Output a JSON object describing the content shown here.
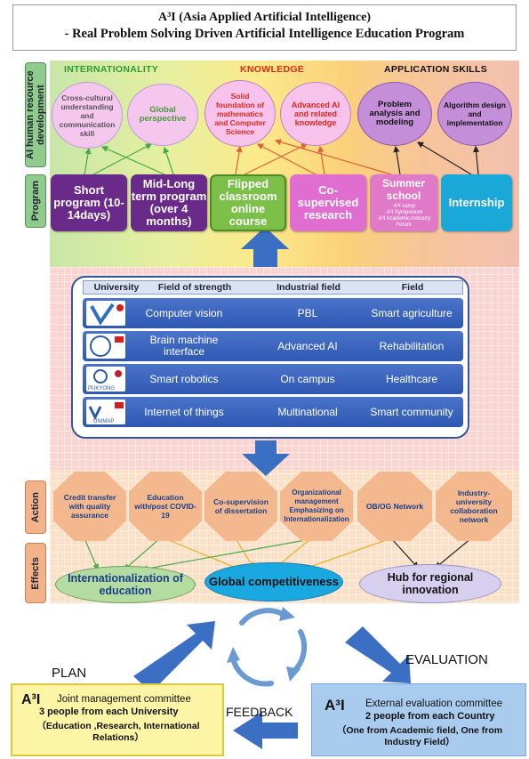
{
  "title": {
    "line1": "A³I (Asia Applied Artificial Intelligence)",
    "line2": "- Real Problem Solving Driven Artificial Intelligence Education Program"
  },
  "side_labels": {
    "development": "AI human resource development",
    "program": "Program",
    "action": "Action",
    "effects": "Effects"
  },
  "headers": {
    "internationality": "INTERNATIONALITY",
    "knowledge": "KNOWLEDGE",
    "application": "APPLICATION SKILLS"
  },
  "skills": [
    "Cross-cultural understanding and communication skill",
    "Global perspective",
    "Solid foundation of mathematics and Computer Science",
    "Advanced AI and related knowledge",
    "Problem analysis and modeling",
    "Algorithm design and implementation"
  ],
  "programs": {
    "short": "Short program (10-14days)",
    "midlong": "Mid-Long term program (over 4 months)",
    "flipped": "Flipped classroom online course",
    "cosupervised": "Co-supervised research",
    "summer": "Summer school",
    "summer_items": [
      "·A³I camp",
      "·A³I Symposium",
      "·A³I Academic-Industry Forum"
    ],
    "internship": "Internship"
  },
  "table": {
    "headers": [
      "University",
      "Field of strength",
      "Industrial field",
      "Field"
    ],
    "rows": [
      {
        "strength": "Computer vision",
        "industrial": "PBL",
        "field": "Smart agriculture"
      },
      {
        "strength": "Brain machine interface",
        "industrial": "Advanced AI",
        "field": "Rehabilitation"
      },
      {
        "strength": "Smart robotics",
        "industrial": "On campus",
        "field": "Healthcare"
      },
      {
        "strength": "Internet of things",
        "industrial": "Multinational",
        "field": "Smart community"
      }
    ],
    "logo_text": [
      "PUKYONG",
      "UNIMAP"
    ]
  },
  "actions": [
    "Credit transfer with quality assurance",
    "Education with/post COVID-19",
    "Co-supervision of dissertation",
    "Organizational management Emphasizing on Internationalization",
    "OB/OG Network",
    "Industry-university collaboration network"
  ],
  "effects": {
    "internationalization": "Internationalization of education",
    "global": "Global competitiveness",
    "hub": "Hub for regional innovation"
  },
  "cycle": {
    "plan": "PLAN",
    "evaluation": "EVALUATION",
    "feedback": "FEEDBACK"
  },
  "joint_committee": {
    "logo": "A³I",
    "title": "Joint management committee",
    "members": "3 people from each University",
    "detail": "（Education ,Research, International Relations）"
  },
  "external_committee": {
    "logo": "A³I",
    "title": "External evaluation committee",
    "members": "2 people from each Country",
    "detail": "（One from Academic field, One from Industry Field）"
  },
  "colors": {
    "internationality": "#2e9a3a",
    "knowledge": "#e0281c",
    "application": "#111111",
    "arrow_blue": "#3a6fc4"
  }
}
